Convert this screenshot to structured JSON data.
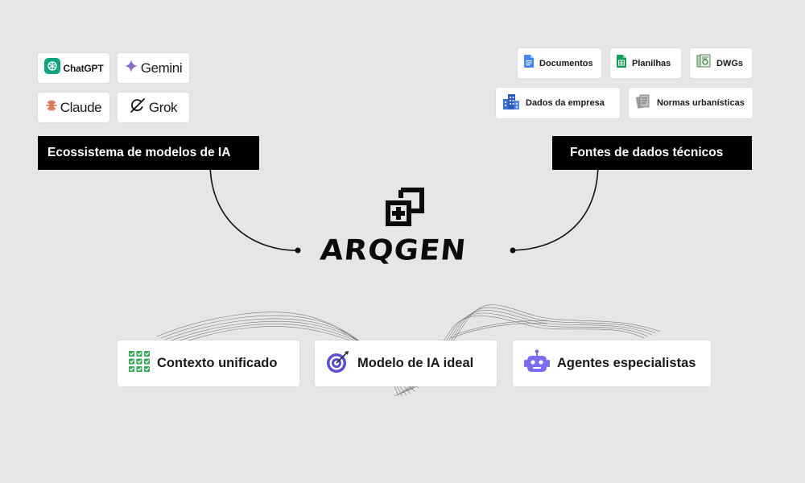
{
  "models": {
    "heading": "Ecossistema de modelos de IA",
    "items": [
      {
        "label": "ChatGPT",
        "icon": "openai-icon"
      },
      {
        "label": "Gemini",
        "icon": "gemini-sparkle-icon"
      },
      {
        "label": "Claude",
        "icon": "claude-asterisk-icon"
      },
      {
        "label": "Grok",
        "icon": "grok-icon"
      }
    ]
  },
  "sources": {
    "heading": "Fontes de dados técnicos",
    "items": [
      {
        "label": "Documentos",
        "icon": "google-docs-icon"
      },
      {
        "label": "Planilhas",
        "icon": "google-sheets-icon"
      },
      {
        "label": "DWGs",
        "icon": "dwg-file-icon"
      },
      {
        "label": "Dados da empresa",
        "icon": "buildings-icon"
      },
      {
        "label": "Normas urbanísticas",
        "icon": "documents-stack-icon"
      }
    ]
  },
  "brand": {
    "name": "ARQGEN",
    "icon": "arqgen-logo-icon"
  },
  "features": [
    {
      "label": "Contexto unificado",
      "icon": "checklist-grid-icon"
    },
    {
      "label": "Modelo de IA ideal",
      "icon": "target-icon"
    },
    {
      "label": "Agentes especialistas",
      "icon": "robot-icon"
    }
  ],
  "colors": {
    "background": "#e6e6e7",
    "label_bg": "#000000",
    "chatgpt": "#10a37f",
    "docs": "#4285f4",
    "sheets": "#0f9d58",
    "checklist": "#34a853",
    "target": "#5b4fcf",
    "robot": "#7b6cf0"
  }
}
